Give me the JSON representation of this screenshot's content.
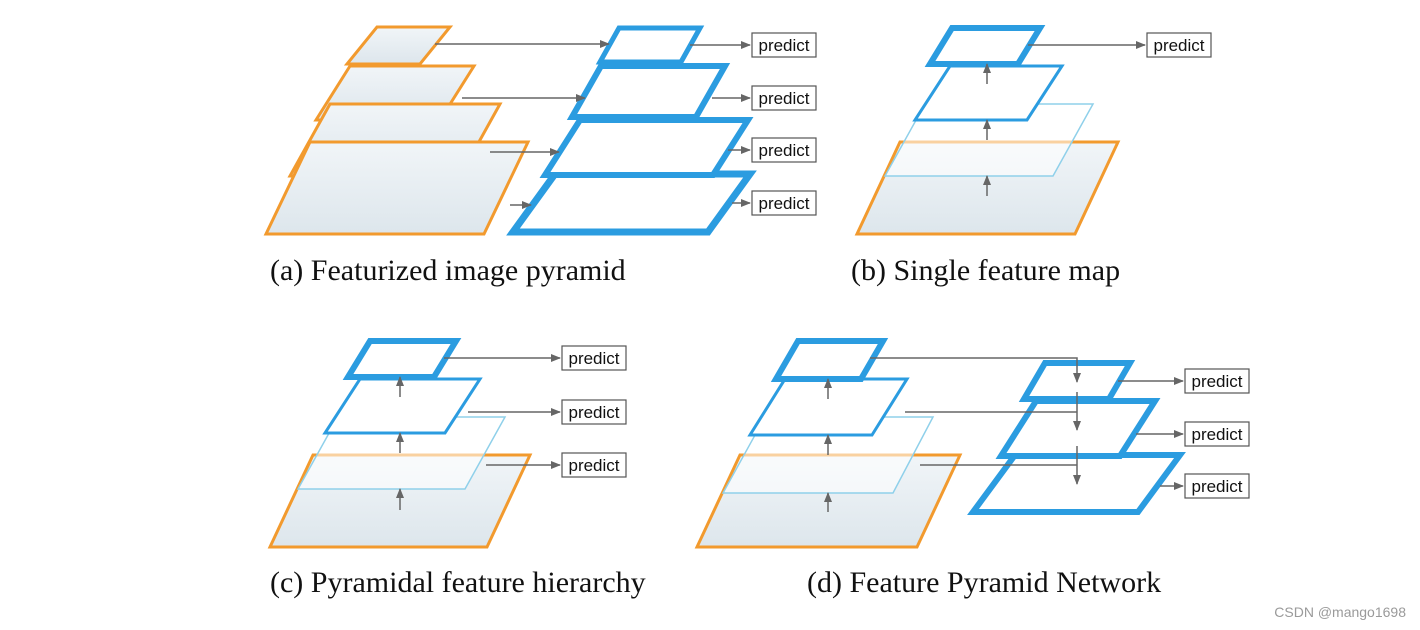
{
  "predict_label": "predict",
  "captions": {
    "a": "(a) Featurized image pyramid",
    "b": "(b) Single feature map",
    "c": "(c) Pyramidal feature hierarchy",
    "d": "(d) Feature Pyramid Network"
  },
  "watermark": "CSDN @mango1698",
  "colors": {
    "feature_map": "#2b9ce0",
    "feature_map_light": "#8fd0ea",
    "image_border": "#f29a2e",
    "arrow": "#666666",
    "image_fill": "#e3ecf2"
  }
}
